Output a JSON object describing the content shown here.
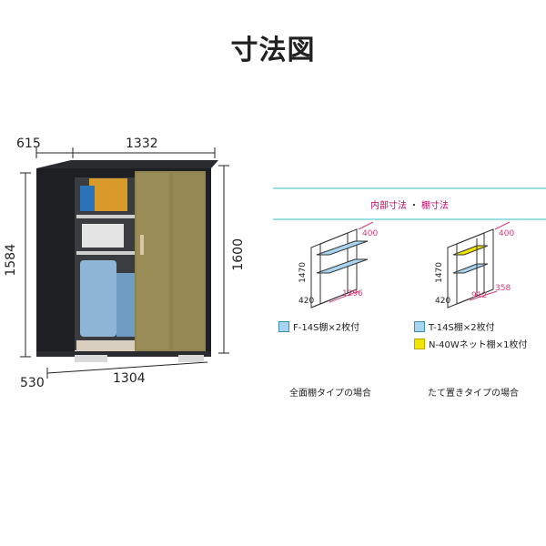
{
  "title": "寸法図",
  "main": {
    "top_depth": "615",
    "top_width": "1332",
    "left_height": "1584",
    "right_height": "1600",
    "bottom_depth": "530",
    "bottom_width": "1304"
  },
  "panel": {
    "header_left": "内部寸法",
    "header_sep": "・",
    "header_right": "棚寸法",
    "left_diagram": {
      "height": "1470",
      "depth": "420",
      "width": "1296",
      "shelf_depth": "400"
    },
    "right_diagram": {
      "height": "1470",
      "depth": "420",
      "width1": "912",
      "width2": "358",
      "shelf_depth": "400"
    },
    "legend_left": "F-14S棚×2枚付",
    "legend_right_1": "T-14S棚×2枚付",
    "legend_right_2": "N-40Wネット棚×1枚付",
    "caption_left": "全面棚タイプの場合",
    "caption_right": "たて置きタイプの場合"
  },
  "colors": {
    "header_accent": "#9bdfe2",
    "header_text": "#c0006a",
    "shelf_blue": "#a9d4ef",
    "net_yellow": "#f0e400",
    "frame_dark": "#1e1f22",
    "door_gold": "#8f8350",
    "dimension_pink": "#d23a7a"
  }
}
